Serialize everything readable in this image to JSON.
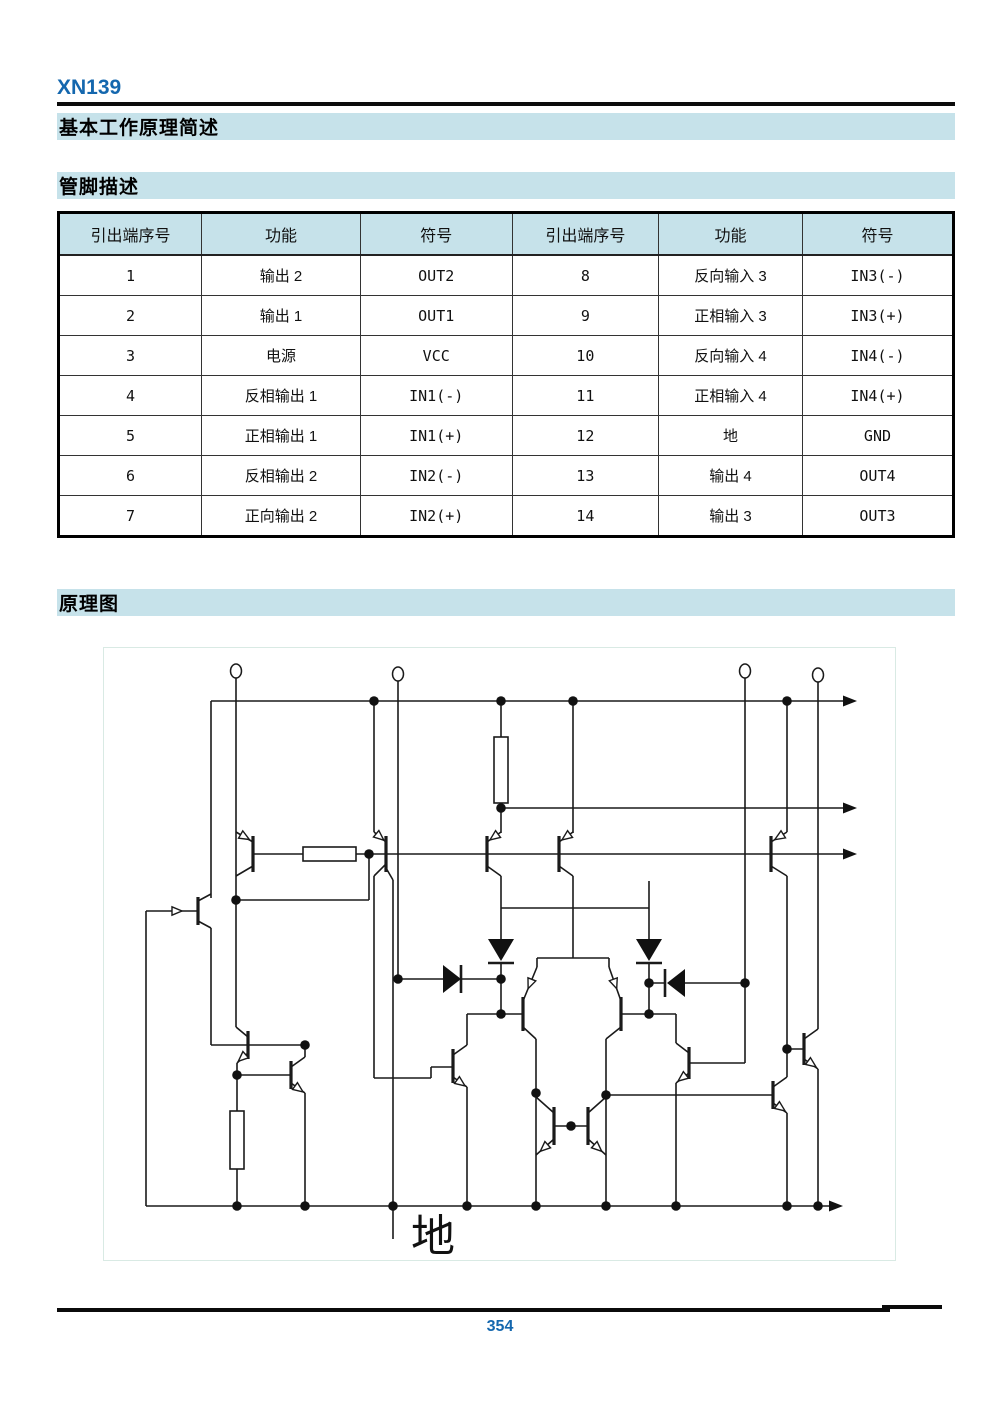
{
  "page": {
    "product": "XN139",
    "page_number": "354"
  },
  "sections": [
    {
      "title": "基本工作原理简述"
    },
    {
      "title": "管脚描述"
    },
    {
      "title": "原理图"
    }
  ],
  "pin_table": {
    "headers": [
      "引出端序号",
      "功能",
      "符号",
      "引出端序号",
      "功能",
      "符号"
    ],
    "rows": [
      [
        "1",
        "输出 2",
        "OUT2",
        "8",
        "反向输入 3",
        "IN3(-)"
      ],
      [
        "2",
        "输出 1",
        "OUT1",
        "9",
        "正相输入 3",
        "IN3(+)"
      ],
      [
        "3",
        "电源",
        "VCC",
        "10",
        "反向输入 4",
        "IN4(-)"
      ],
      [
        "4",
        "反相输出 1",
        "IN1(-)",
        "11",
        "正相输入 4",
        "IN4(+)"
      ],
      [
        "5",
        "正相输出 1",
        "IN1(+)",
        "12",
        "地",
        "GND"
      ],
      [
        "6",
        "反相输出 2",
        "IN2(-)",
        "13",
        "输出 4",
        "OUT4"
      ],
      [
        "7",
        "正向输出 2",
        "IN2(+)",
        "14",
        "输出 3",
        "OUT3"
      ]
    ]
  },
  "schematic": {
    "ground_label": "地"
  },
  "colors": {
    "accent_blue": "#1467ae",
    "section_bar_bg": "#c6e2ea",
    "line_black": "#111111"
  }
}
